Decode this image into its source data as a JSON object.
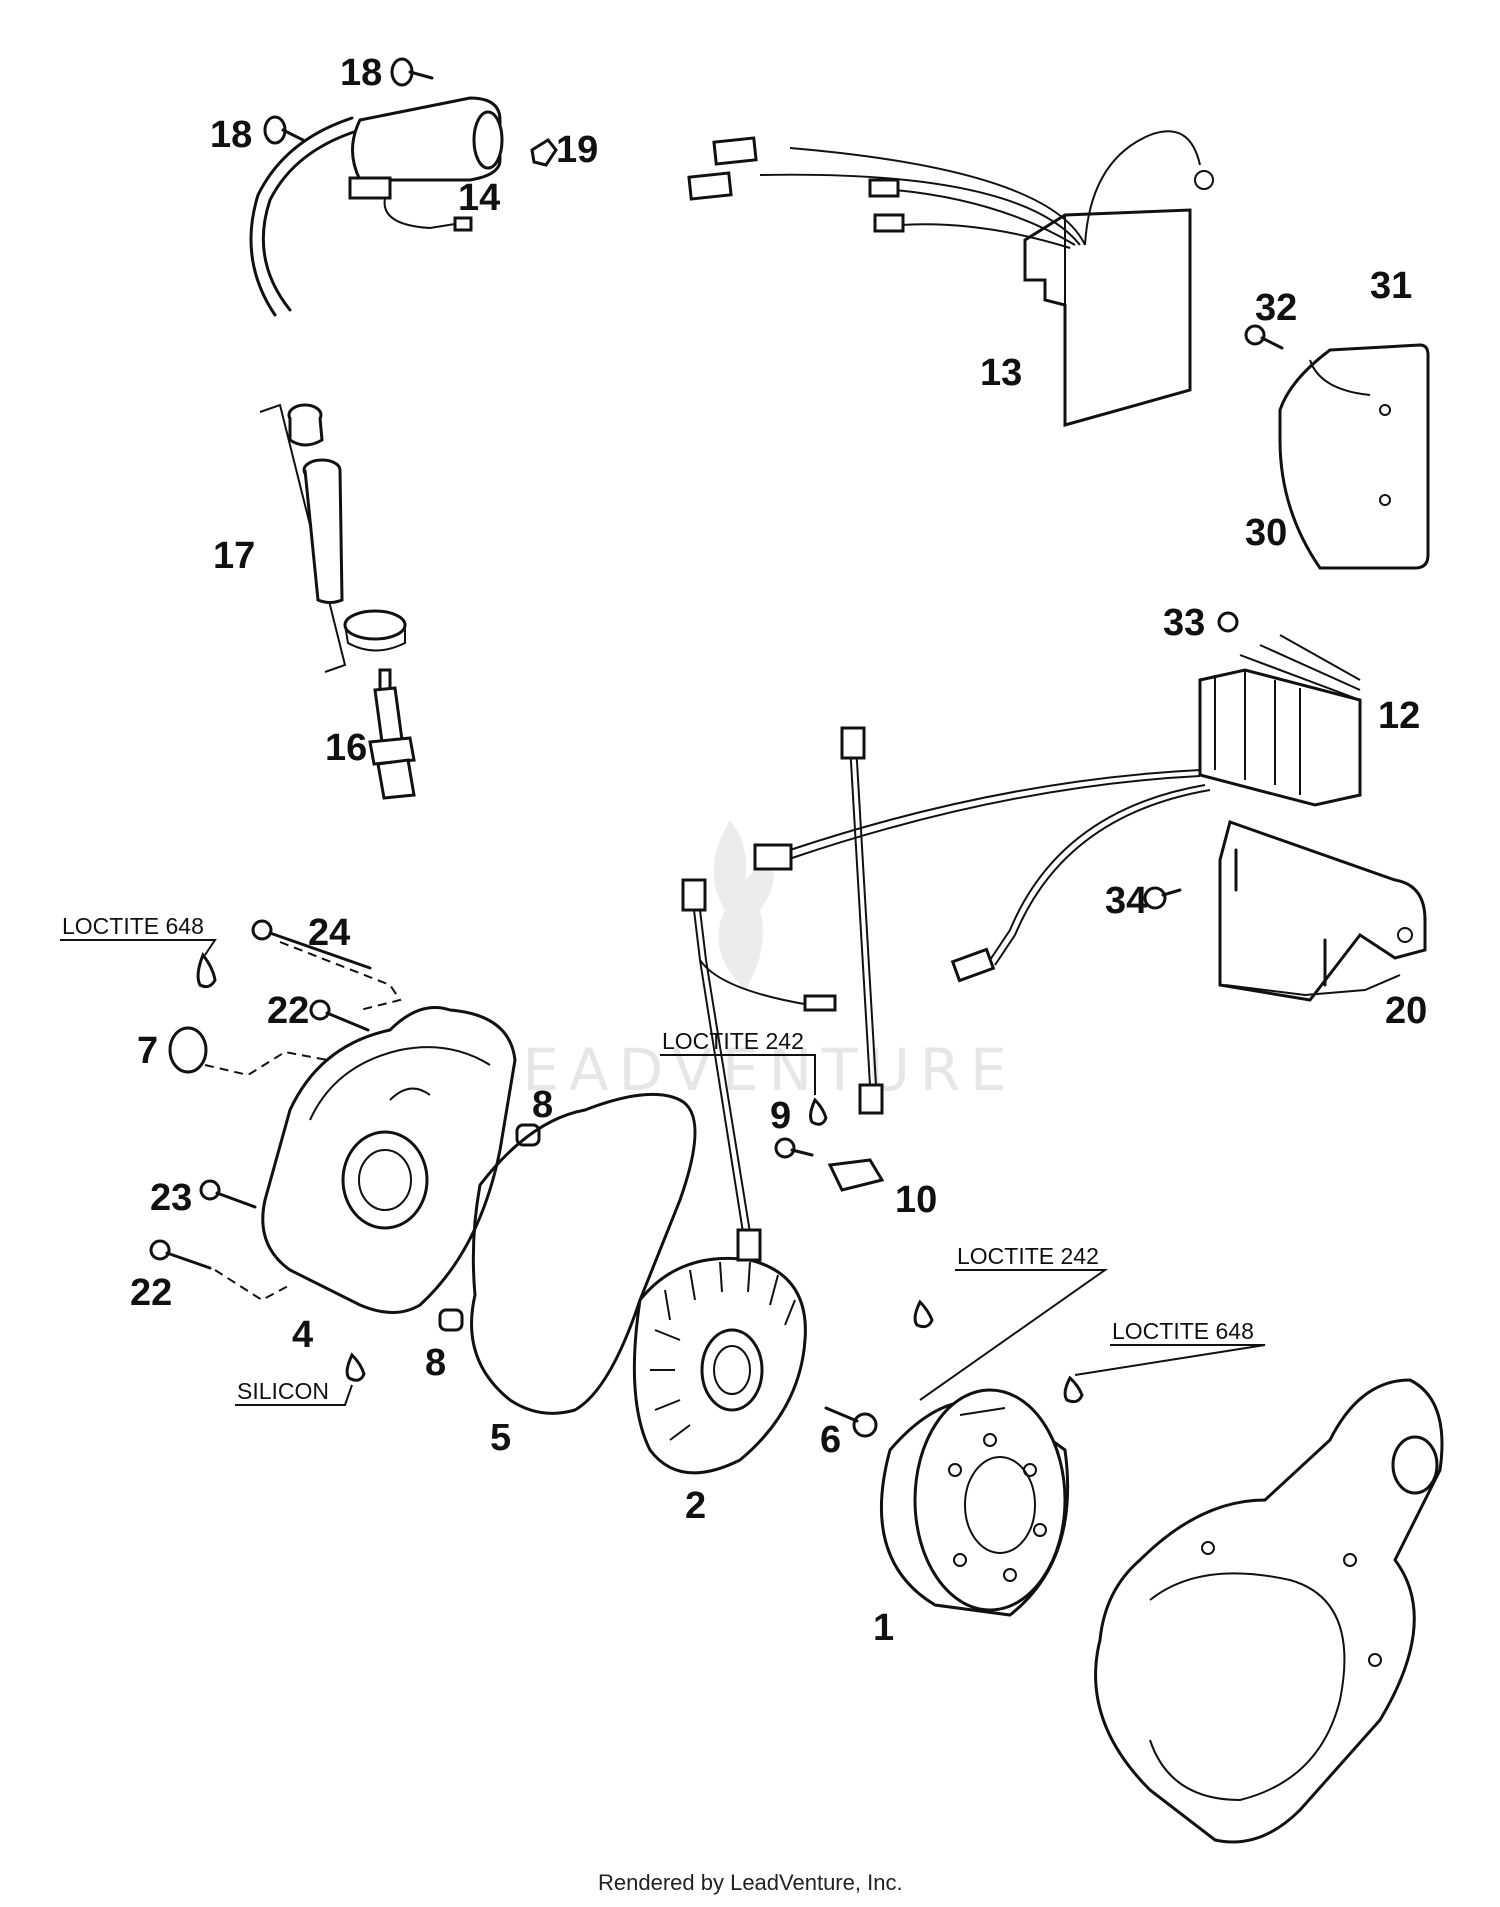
{
  "watermark": "LEADVENTURE",
  "footer": "Rendered by LeadVenture, Inc.",
  "callouts": {
    "c1": "1",
    "c2": "2",
    "c4": "4",
    "c5": "5",
    "c6": "6",
    "c7": "7",
    "c8a": "8",
    "c8b": "8",
    "c9": "9",
    "c10": "10",
    "c12": "12",
    "c13": "13",
    "c14": "14",
    "c16": "16",
    "c17": "17",
    "c18a": "18",
    "c18b": "18",
    "c19": "19",
    "c20": "20",
    "c22a": "22",
    "c22b": "22",
    "c23": "23",
    "c24": "24",
    "c30": "30",
    "c31": "31",
    "c32": "32",
    "c33": "33",
    "c34": "34"
  },
  "notes": {
    "loctite_648_top": "LOCTITE 648",
    "loctite_242_mid": "LOCTITE 242",
    "loctite_242_right": "LOCTITE 242",
    "loctite_648_right": "LOCTITE 648",
    "silicon": "SILICON"
  }
}
